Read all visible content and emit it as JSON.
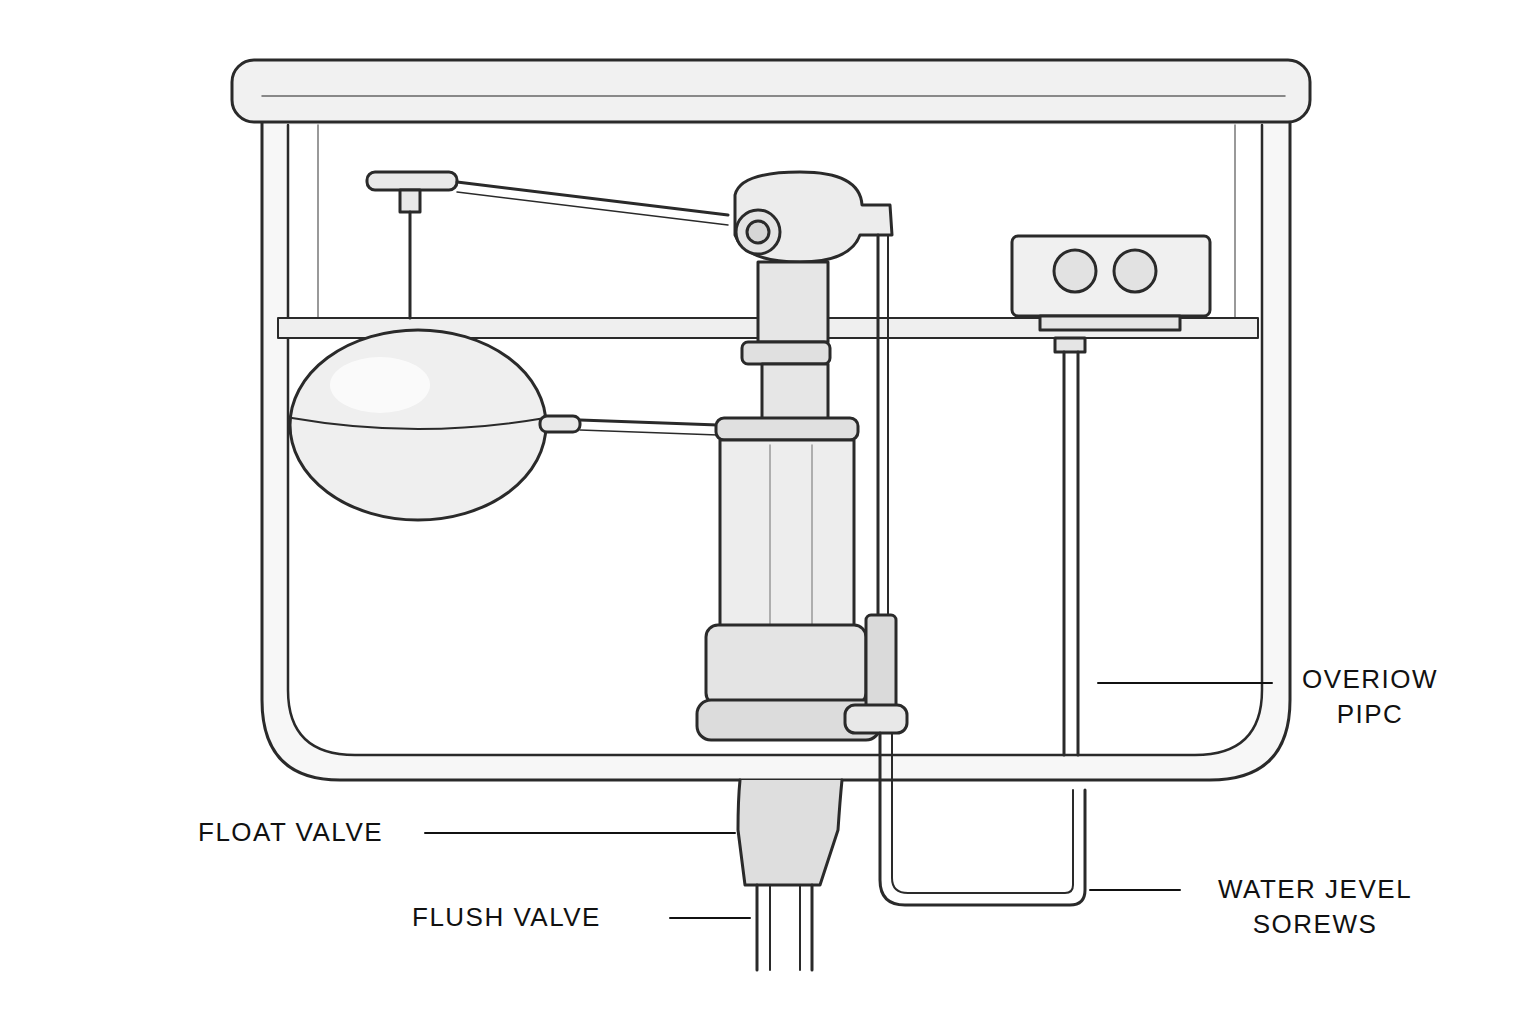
{
  "diagram": {
    "labels": [
      "OVERIOW PIPC",
      "FLOAT VALVE",
      "FLUSH VALVE",
      "WATER JEVEL SOREWS"
    ]
  }
}
